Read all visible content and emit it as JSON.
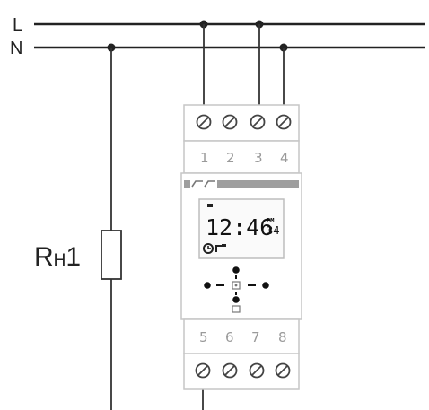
{
  "lines": {
    "line": "L",
    "neutral": "N"
  },
  "load": {
    "label_main": "R",
    "label_sub": "H",
    "label_num": "1"
  },
  "terminals_top": [
    "1",
    "2",
    "3",
    "4"
  ],
  "terminals_bottom": [
    "5",
    "6",
    "7",
    "8"
  ],
  "display": {
    "time": "12:46",
    "seconds": "34",
    "pm_flag": "PM"
  },
  "icons": [
    "screw-terminal-icon",
    "relay-contact-icon",
    "clock-icon",
    "nav-button-icon",
    "ok-button-icon"
  ]
}
